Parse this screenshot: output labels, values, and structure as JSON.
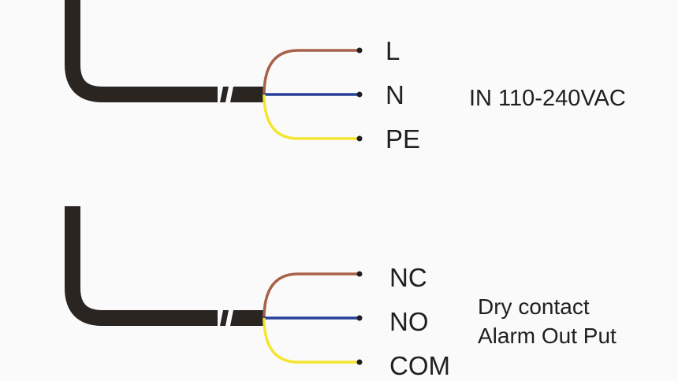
{
  "colors": {
    "cable": "#2b2522",
    "brown": "#a8624a",
    "blue": "#27409a",
    "yellow": "#f4e530",
    "text": "#1f1f1f",
    "background": "#fafafa"
  },
  "power_cable": {
    "wires": [
      {
        "label": "L",
        "color": "brown"
      },
      {
        "label": "N",
        "color": "blue"
      },
      {
        "label": "PE",
        "color": "yellow"
      }
    ],
    "description": "IN 110-240VAC"
  },
  "alarm_cable": {
    "wires": [
      {
        "label": "NC",
        "color": "brown"
      },
      {
        "label": "NO",
        "color": "blue"
      },
      {
        "label": "COM",
        "color": "yellow"
      }
    ],
    "description_line1": "Dry contact",
    "description_line2": "Alarm Out Put"
  }
}
